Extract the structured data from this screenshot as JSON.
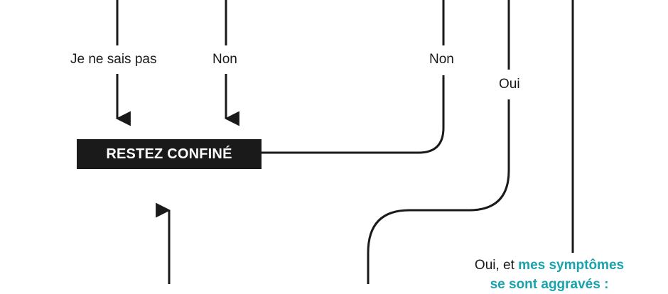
{
  "labels": {
    "dont_know": "Je ne sais pas",
    "no_left": "Non",
    "no_right": "Non",
    "yes": "Oui"
  },
  "box": {
    "text": "RESTEZ CONFINÉ"
  },
  "note": {
    "prefix": "Oui, et ",
    "highlight": "mes symptômes",
    "line2": "se sont aggravés :"
  },
  "colors": {
    "line": "#1a1a1a",
    "box_bg": "#1a1a1a",
    "box_text": "#ffffff",
    "accent": "#1aa3ad"
  }
}
